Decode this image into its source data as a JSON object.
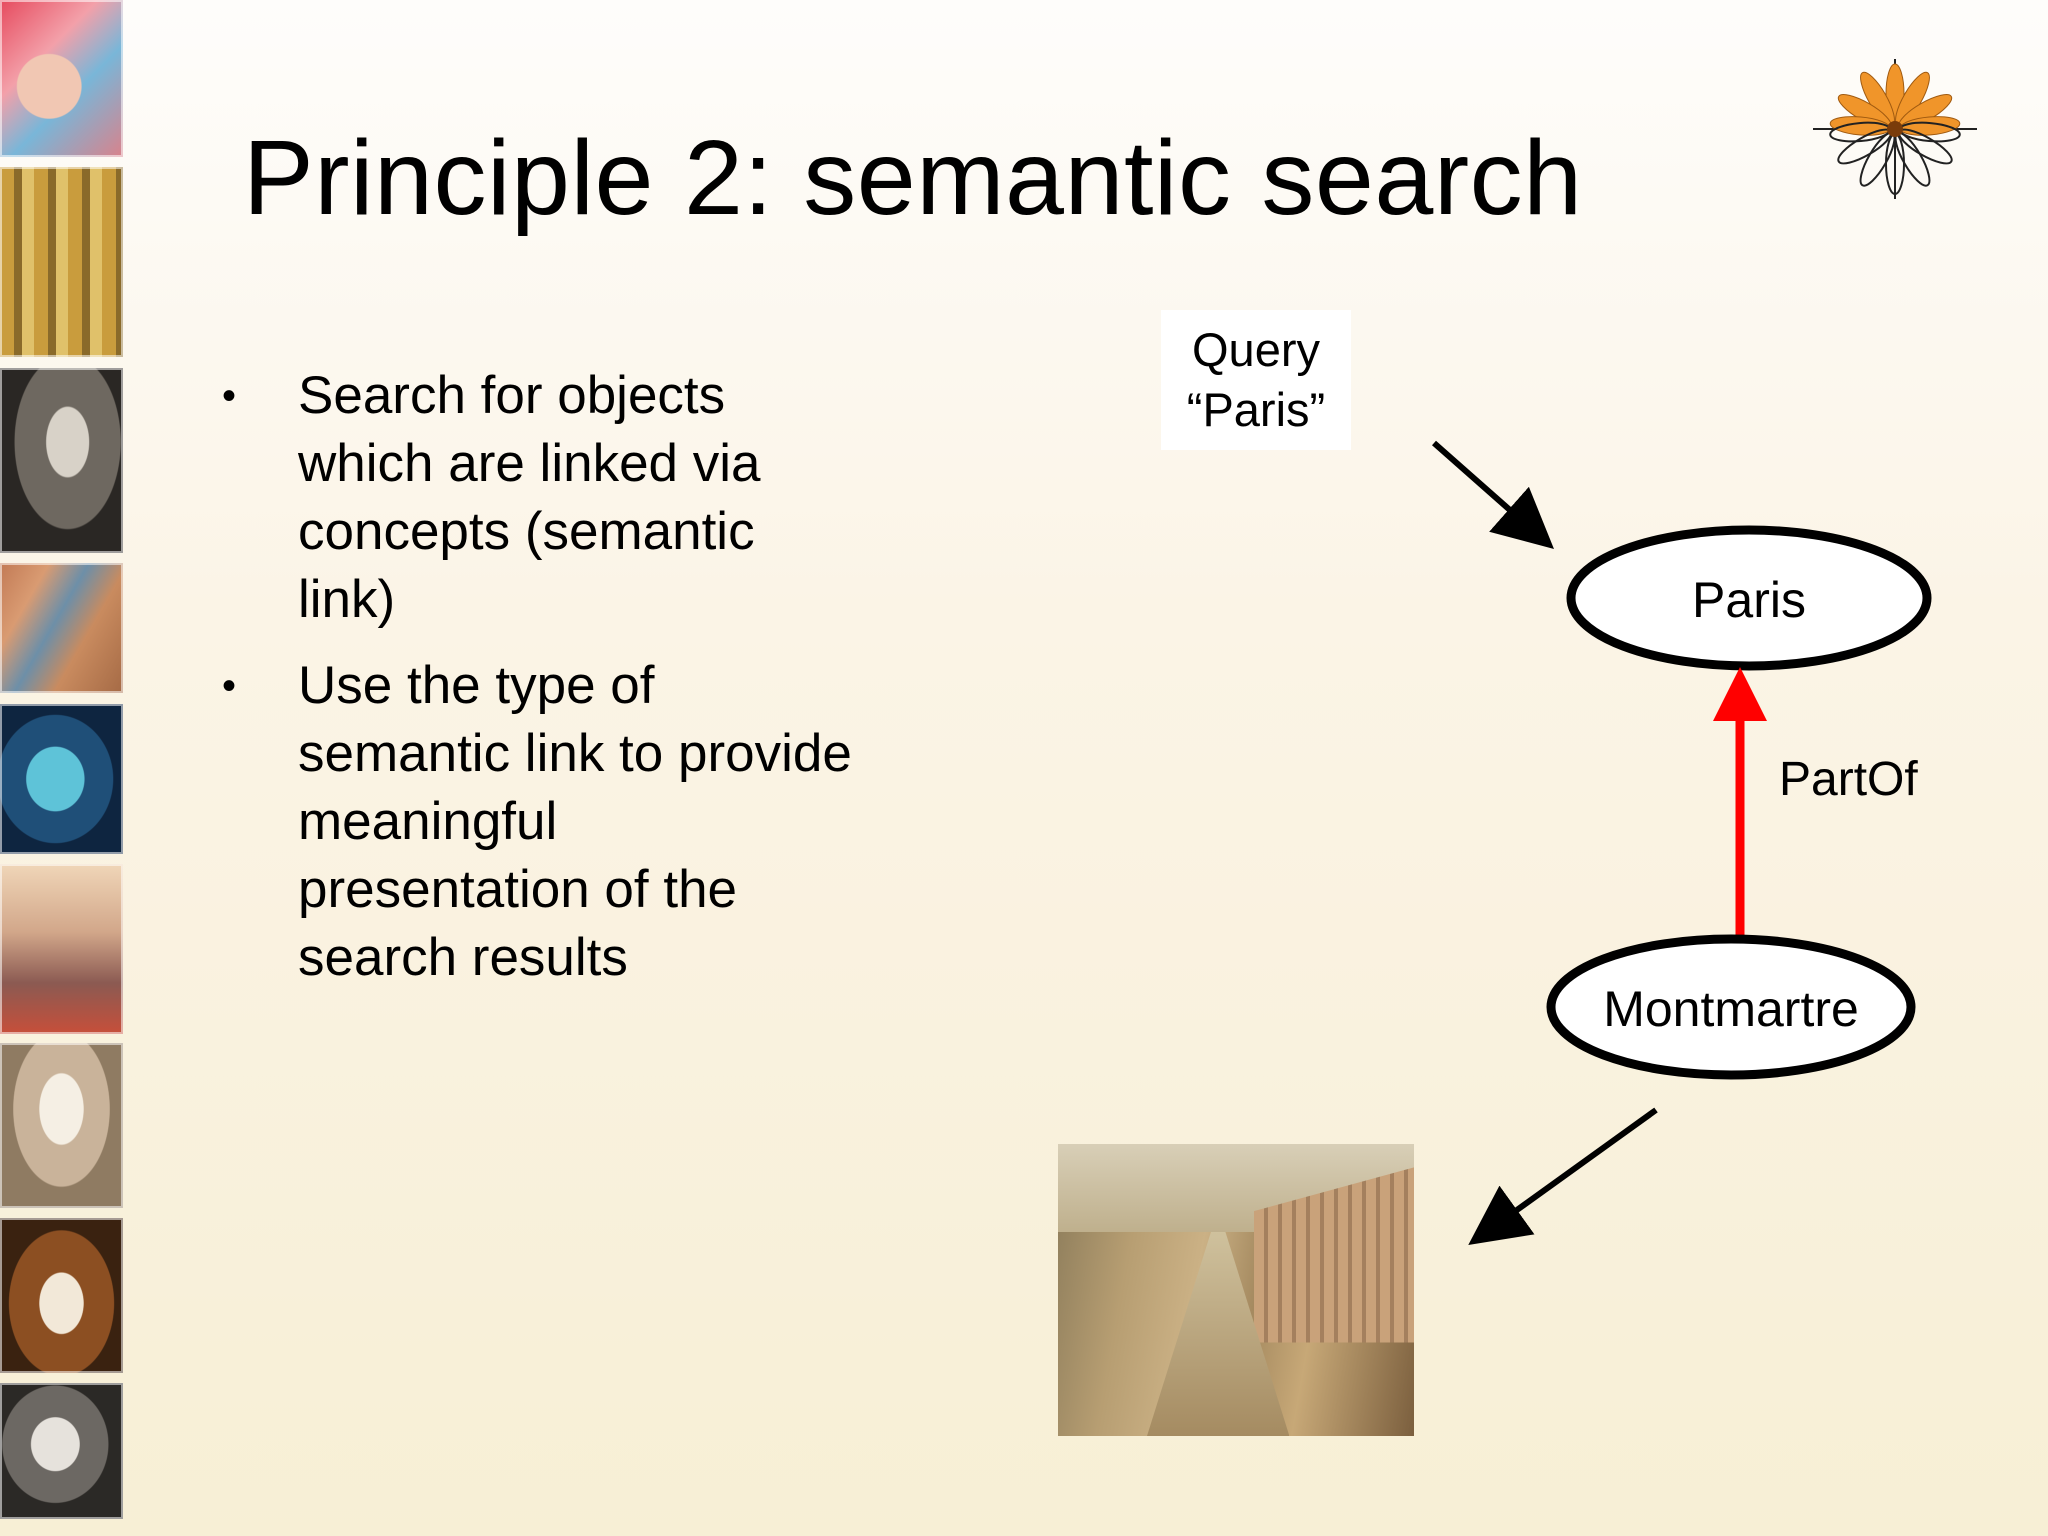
{
  "slide": {
    "title": "Principle 2: semantic search",
    "bullets": [
      "Search for objects which are linked via concepts (semantic link)",
      "Use the type of semantic link to provide meaningful presentation of the search results"
    ],
    "bullet_marker": "•"
  },
  "diagram": {
    "query": {
      "line1": "Query",
      "line2": "“Paris”"
    },
    "nodes": [
      {
        "id": "paris",
        "label": "Paris"
      },
      {
        "id": "montmartre",
        "label": "Montmartre"
      }
    ],
    "edges": [
      {
        "from": "montmartre",
        "to": "paris",
        "label": "PartOf",
        "color": "#ff0000"
      }
    ],
    "result": "painting"
  },
  "colors": {
    "edge_highlight": "#ff0000",
    "logo_orange": "#f0952a"
  }
}
